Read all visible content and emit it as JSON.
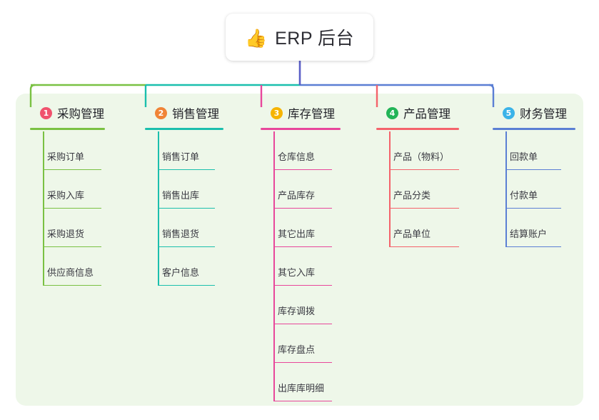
{
  "diagram": {
    "type": "mindmap",
    "title": "ERP 后台",
    "root": {
      "icon": "thumbs-up-icon",
      "emoji": "👍",
      "label": "ERP 后台",
      "stem_color": "#5b5fc7"
    },
    "panel_color": "#eef7e9",
    "branches": [
      {
        "number": "1",
        "title": "采购管理",
        "color": "#7ac143",
        "badge_color": "#f0526d",
        "items": [
          "采购订单",
          "采购入库",
          "采购退货",
          "供应商信息"
        ]
      },
      {
        "number": "2",
        "title": "销售管理",
        "color": "#1bbfad",
        "badge_color": "#f08437",
        "items": [
          "销售订单",
          "销售出库",
          "销售退货",
          "客户信息"
        ]
      },
      {
        "number": "3",
        "title": "库存管理",
        "color": "#e8479b",
        "badge_color": "#f6b400",
        "items": [
          "仓库信息",
          "产品库存",
          "其它出库",
          "其它入库",
          "库存调拨",
          "库存盘点",
          "出库库明细"
        ]
      },
      {
        "number": "4",
        "title": "产品管理",
        "color": "#f4636b",
        "badge_color": "#22b457",
        "items": [
          "产品（物料）",
          "产品分类",
          "产品单位"
        ]
      },
      {
        "number": "5",
        "title": "财务管理",
        "color": "#5b7fd4",
        "badge_color": "#3bb3e8",
        "items": [
          "回款单",
          "付款单",
          "结算账户"
        ]
      }
    ]
  }
}
